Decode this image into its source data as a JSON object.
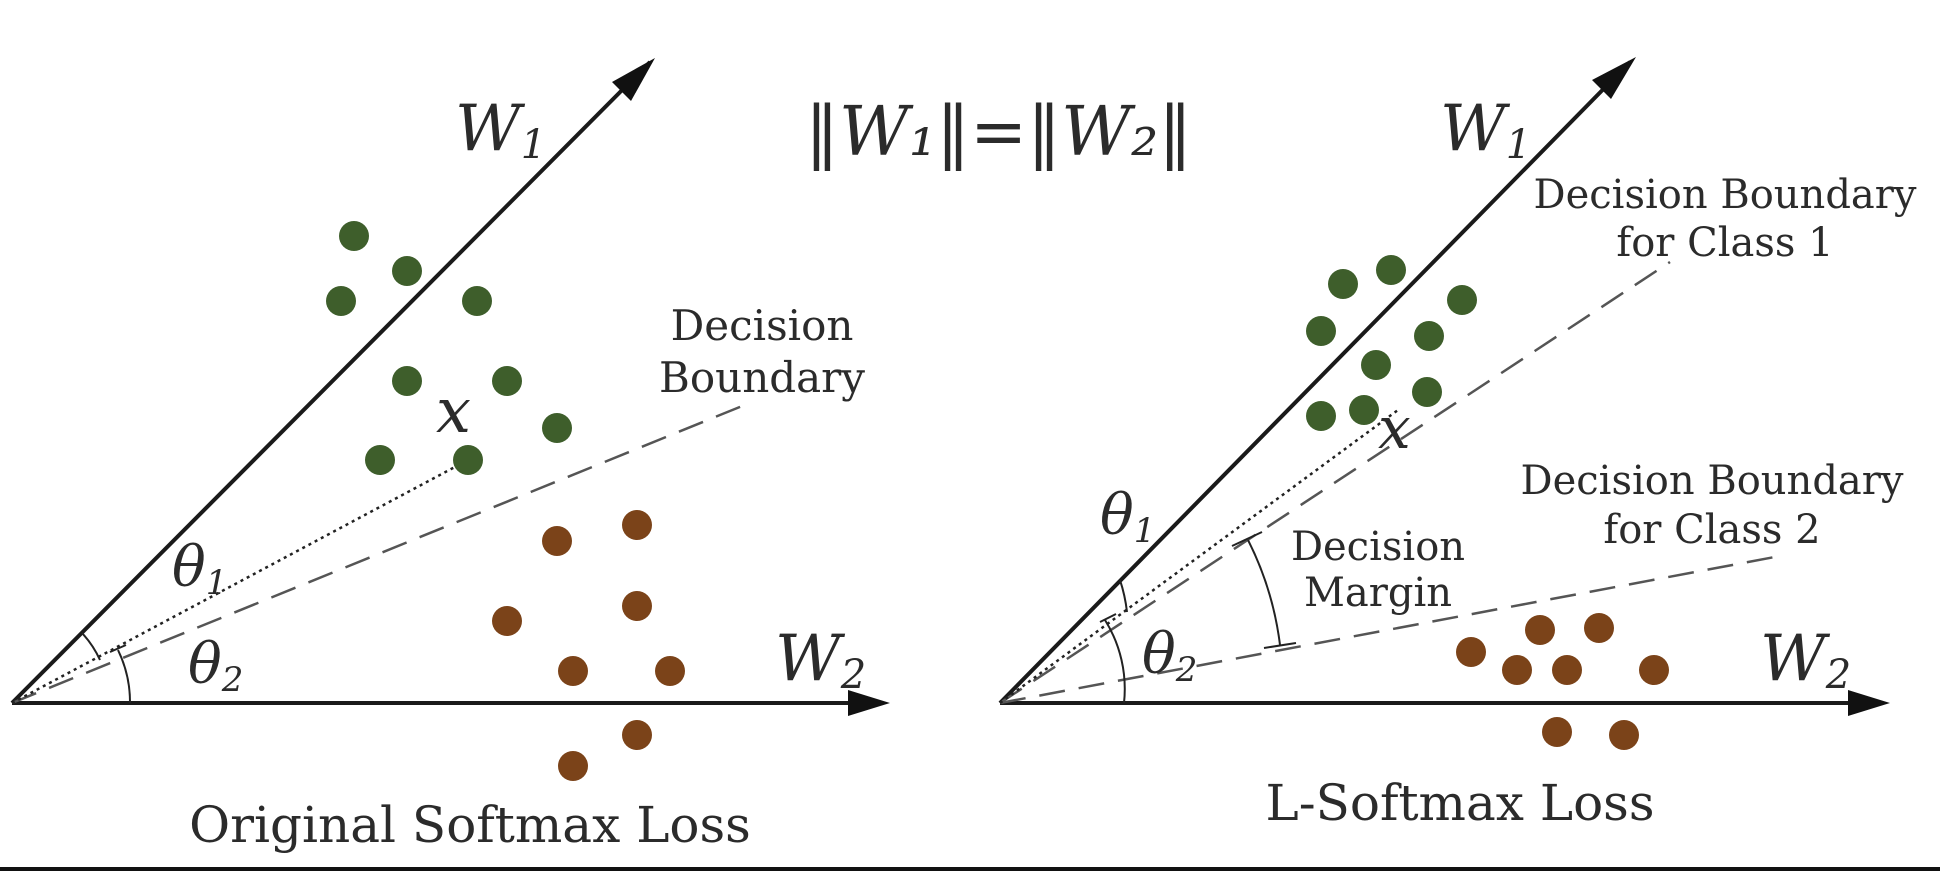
{
  "title": "‖W₁‖=‖W₂‖",
  "left_panel": {
    "caption": "Original Softmax Loss",
    "w1_label": "W",
    "w1_sub": "1",
    "w2_label": "W",
    "w2_sub": "2",
    "x_label": "x",
    "theta1_label": "θ",
    "theta1_sub": "1",
    "theta2_label": "θ",
    "theta2_sub": "2",
    "boundary_label": [
      "Decision",
      "Boundary"
    ]
  },
  "right_panel": {
    "caption": "L-Softmax Loss",
    "w1_label": "W",
    "w1_sub": "1",
    "w2_label": "W",
    "w2_sub": "2",
    "x_label": "x",
    "theta1_label": "θ",
    "theta1_sub": "1",
    "theta2_label": "θ",
    "theta2_sub": "2",
    "boundary1_label": [
      "Decision Boundary",
      "for Class 1"
    ],
    "boundary2_label": [
      "Decision Boundary",
      "for Class 2"
    ],
    "margin_label": [
      "Decision",
      "Margin"
    ]
  },
  "colors": {
    "class1": "#3e5e2b",
    "class2": "#7b4319"
  }
}
